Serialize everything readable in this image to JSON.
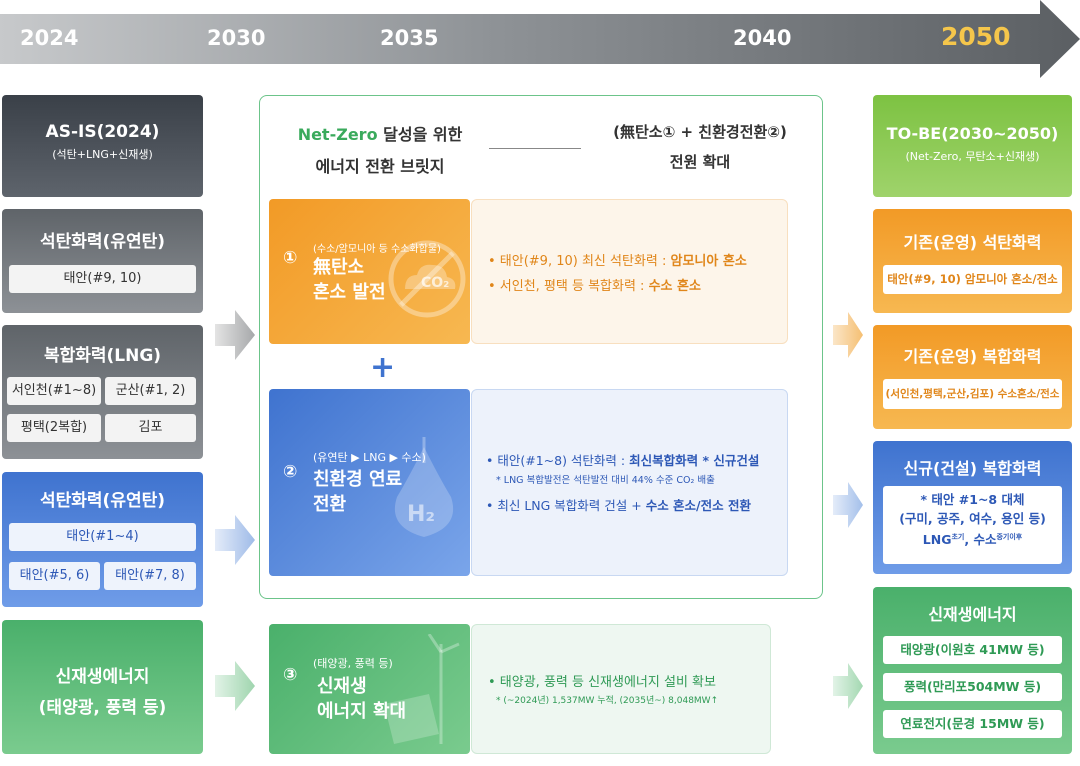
{
  "timeline": {
    "years": [
      "2024",
      "2030",
      "2035",
      "2040",
      "2050"
    ]
  },
  "left": {
    "asis": {
      "title": "AS-IS(2024)",
      "sub": "(석탄+LNG+신재생)"
    },
    "coal1": {
      "title": "석탄화력(유연탄)",
      "chips": [
        "태안(#9, 10)"
      ]
    },
    "lng": {
      "title": "복합화력(LNG)",
      "chips": [
        "서인천(#1~8)",
        "군산(#1, 2)",
        "평택(2복합)",
        "김포"
      ]
    },
    "coal2": {
      "title": "석탄화력(유연탄)",
      "chips": [
        "태안(#1~4)",
        "태안(#5, 6)",
        "태안(#7, 8)"
      ]
    },
    "renew": {
      "title1": "신재생에너지",
      "title2": "(태양광, 풍력 등)"
    }
  },
  "middle": {
    "header": {
      "netzero": "Net-Zero",
      "line1_rest": " 달성을 위한",
      "line2": "에너지 전환 브릿지",
      "right1": "(無탄소① + 친환경전환②)",
      "right2": "전원 확대"
    },
    "plus": "+",
    "card1": {
      "num": "①",
      "small": "(수소/암모니아 등 수소화합물)",
      "big1": "無탄소",
      "big2": "혼소 발전",
      "co2": "CO₂",
      "desc": [
        {
          "pre": "• 태안(#9, 10) 최신 석탄화력 : ",
          "bold": "암모니아 혼소"
        },
        {
          "pre": "• 서인천, 평택 등 복합화력 : ",
          "bold": "수소 혼소"
        }
      ]
    },
    "card2": {
      "num": "②",
      "small": "(유연탄 ▶ LNG ▶ 수소)",
      "big1": "친환경 연료",
      "big2": "전환",
      "h2": "H₂",
      "desc1_pre": "• 태안(#1~8) 석탄화력 : ",
      "desc1_bold": "최신복합화력 * 신규건설",
      "note": "* LNG 복합발전은 석탄발전 대비 44% 수준 CO₂ 배출",
      "desc2_pre": "• 최신 LNG 복합화력 건설 + ",
      "desc2_bold": "수소 혼소/전소 전환"
    },
    "card3": {
      "num": "③",
      "small": "(태양광, 풍력 등)",
      "big1": "신재생",
      "big2": "에너지 확대",
      "desc1": "• 태양광, 풍력 등 신재생에너지 설비 확보",
      "note": "* (~2024년) 1,537MW 누적, (2035년~) 8,048MW↑"
    }
  },
  "right": {
    "tobe": {
      "title": "TO-BE(2030~2050)",
      "sub": "(Net-Zero, 무탄소+신재생)"
    },
    "coal": {
      "title": "기존(운영) 석탄화력",
      "chip": "태안(#9, 10) 암모니아 혼소/전소"
    },
    "lng": {
      "title": "기존(운영) 복합화력",
      "chip": "(서인천,평택,군산,김포) 수소혼소/전소"
    },
    "newlng": {
      "title": "신규(건설) 복합화력",
      "chip1": "* 태안 #1~8 대체",
      "chip2": "(구미, 공주, 여수, 용인 등)",
      "chip3a": "LNG",
      "chip3b": "초기",
      "chip3c": ", 수소",
      "chip3d": "중기이후"
    },
    "renew": {
      "title": "신재생에너지",
      "chips": [
        "태양광(이원호 41MW 등)",
        "풍력(만리포504MW 등)",
        "연료전지(문경 15MW 등)"
      ]
    }
  },
  "colors": {
    "orange": "#f29a26",
    "blue": "#3f73cf",
    "green": "#4ab06b",
    "lime": "#7dc242",
    "netzero": "#3aaa5c"
  }
}
